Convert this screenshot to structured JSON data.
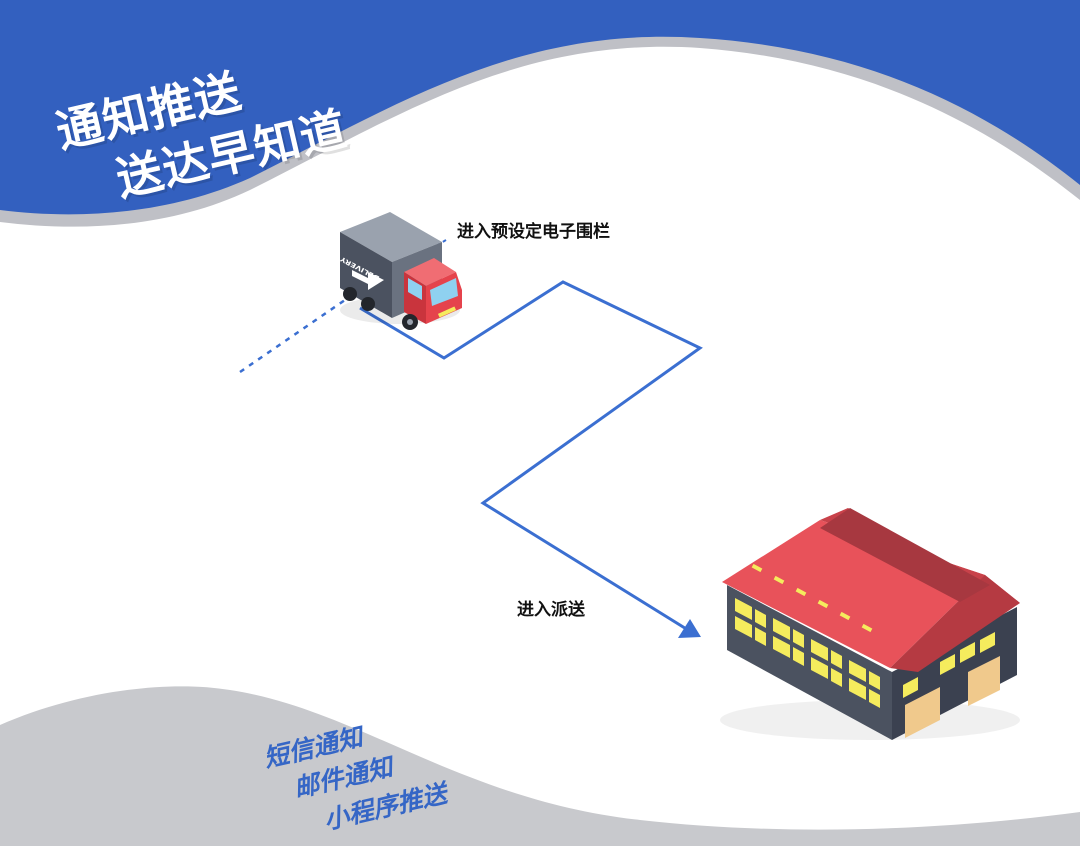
{
  "headline": {
    "line1": "通知推送",
    "line2": "送达早知道"
  },
  "callouts": {
    "geofence": "进入预设定电子围栏",
    "delivery": "进入派送"
  },
  "truck": {
    "cargo_label": "DELIVERY"
  },
  "channels": [
    "短信通知",
    "邮件通知",
    "小程序推送"
  ],
  "colors": {
    "brand_blue": "#3360bf",
    "route_blue": "#3b6fd1",
    "wave_gray": "#c8c9cd",
    "roof_red": "#e8525a",
    "wall_dark": "#4b5260",
    "window_yellow": "#f5ec5d",
    "cabin_red": "#e5434c"
  }
}
